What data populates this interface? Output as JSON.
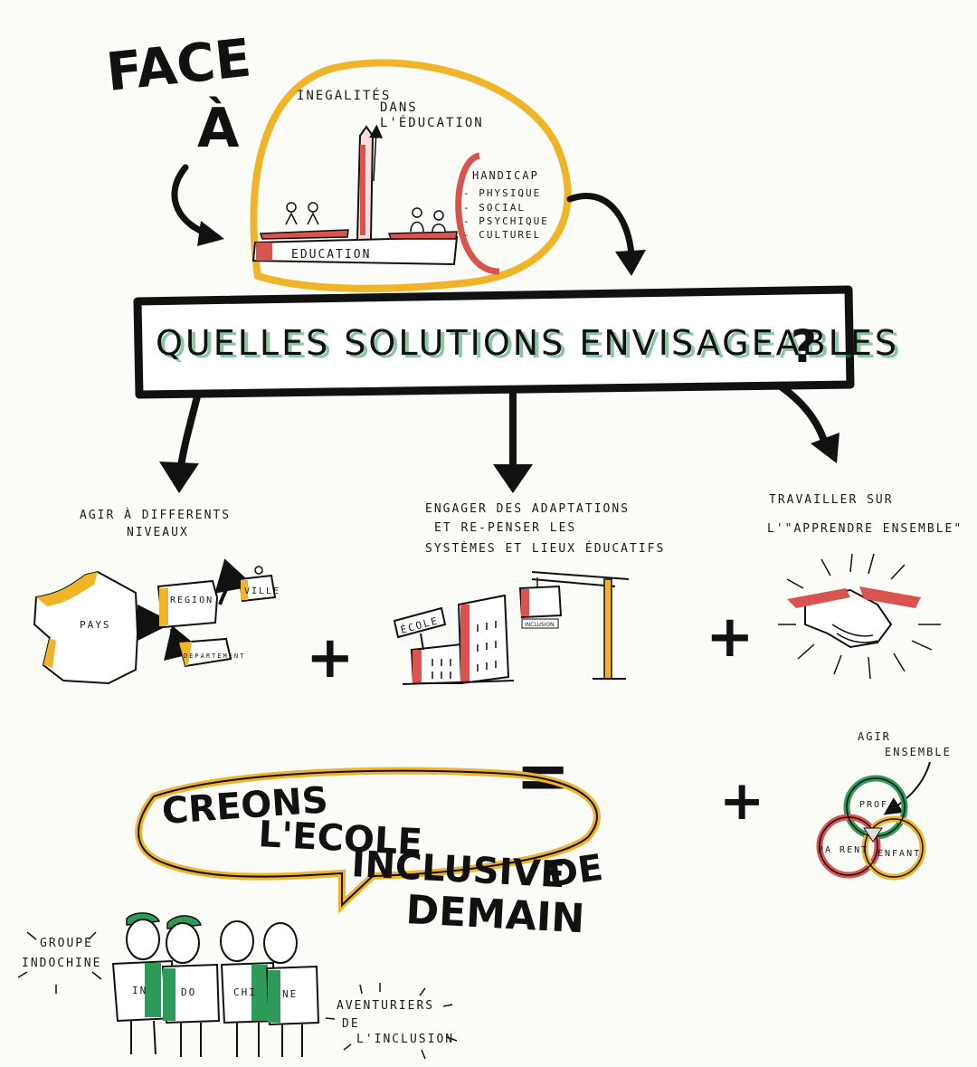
{
  "intro": {
    "face": "FACE",
    "a": "À"
  },
  "inequality": {
    "title_line1": "INEGALITÉS",
    "title_line2": "DANS",
    "title_line3": "L'ÉDUCATION",
    "scale_label": "EDUCATION"
  },
  "handicap": {
    "title": "HANDICAP",
    "items": [
      "- PHYSIQUE",
      "- SOCIAL",
      "- PSYCHIQUE",
      "- CULTUREL"
    ]
  },
  "question": {
    "text": "QUELLES SOLUTIONS ENVISAGEABLES",
    "mark": "?"
  },
  "solutions": {
    "left": {
      "caption_line1": "AGIR À DIFFERENTS",
      "caption_line2": "NIVEAUX",
      "pays": "PAYS",
      "region": "REGION",
      "ville": "VILLE",
      "departement": "DÉPARTEMENT"
    },
    "middle": {
      "caption_line1": "ENGAGER DES ADAPTATIONS",
      "caption_line2": "ET RE-PENSER LES",
      "caption_line3": "SYSTÈMES ET LIEUX ÉDUCATIFS",
      "ecole": "ÉCOLE",
      "inclusion": "INCLUSION"
    },
    "right": {
      "caption_line1": "TRAVAILLER SUR",
      "caption_line2": "L'\"APPRENDRE ENSEMBLE\""
    },
    "plus": "+",
    "equals": "="
  },
  "conclusion": {
    "line1": "CREONS",
    "line2": "L'ECOLE",
    "line3": "INCLUSIVE",
    "line4": "DE",
    "line5": "DEMAIN"
  },
  "venn": {
    "caption_line1": "AGIR",
    "caption_line2": "ENSEMBLE",
    "prof": "PROF.",
    "parent": "PA RENT",
    "enfant": "ENFANT"
  },
  "team": {
    "group_line1": "GROUPE",
    "group_line2": "INDOCHINE",
    "shirts": [
      "IN",
      "DO",
      "CHI",
      "NE"
    ],
    "tag_line1": "AVENTURIERS",
    "tag_line2": "DE",
    "tag_line3": "L'INCLUSION"
  },
  "colors": {
    "ink": "#111111",
    "green": "#2e9a5a",
    "red": "#d9534f",
    "orange": "#f0b429"
  }
}
